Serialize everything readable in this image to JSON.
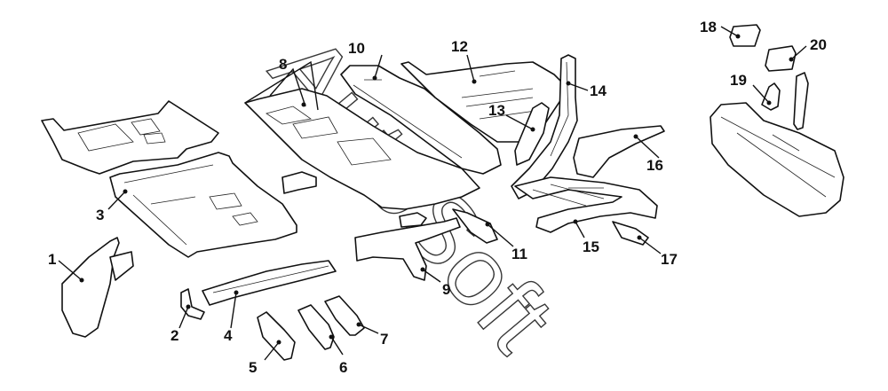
{
  "diagram": {
    "type": "exploded-parts-view",
    "watermark": "AutoSoft",
    "callouts": [
      {
        "id": "1",
        "label": "1"
      },
      {
        "id": "2",
        "label": "2"
      },
      {
        "id": "3",
        "label": "3"
      },
      {
        "id": "4",
        "label": "4"
      },
      {
        "id": "5",
        "label": "5"
      },
      {
        "id": "6",
        "label": "6"
      },
      {
        "id": "7",
        "label": "7"
      },
      {
        "id": "8",
        "label": "8"
      },
      {
        "id": "9",
        "label": "9"
      },
      {
        "id": "10",
        "label": "10"
      },
      {
        "id": "11",
        "label": "11"
      },
      {
        "id": "12",
        "label": "12"
      },
      {
        "id": "13",
        "label": "13"
      },
      {
        "id": "14",
        "label": "14"
      },
      {
        "id": "15",
        "label": "15"
      },
      {
        "id": "16",
        "label": "16"
      },
      {
        "id": "17",
        "label": "17"
      },
      {
        "id": "18",
        "label": "18"
      },
      {
        "id": "19",
        "label": "19"
      },
      {
        "id": "20",
        "label": "20"
      }
    ]
  }
}
